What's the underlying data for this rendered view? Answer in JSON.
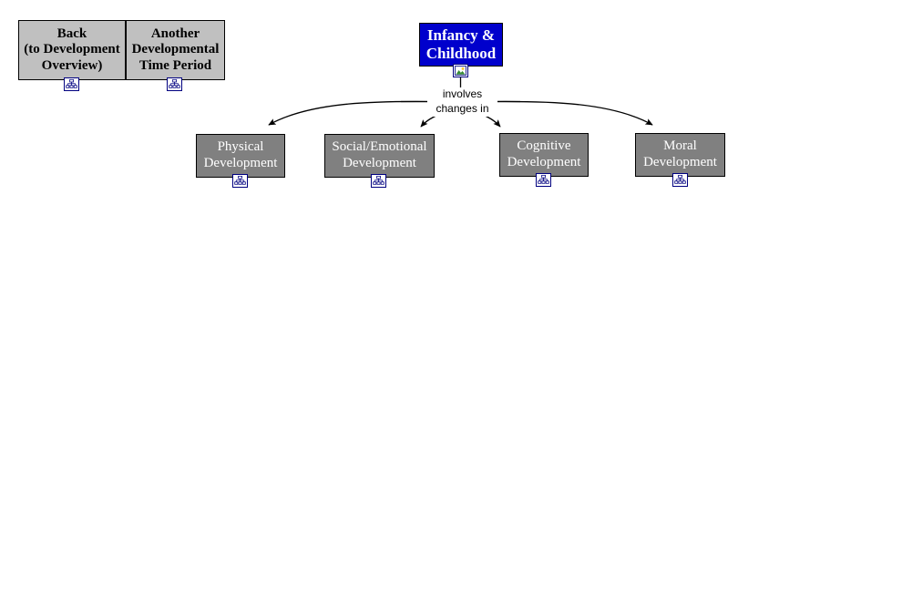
{
  "map": {
    "title": "Infancy & Childhood",
    "background_color": "#ffffff"
  },
  "colors": {
    "root_fill": "#0000cc",
    "root_text": "#ffffff",
    "concept_fill": "#808080",
    "concept_text": "#ffffff",
    "nav_fill": "#c0c0c0",
    "nav_text": "#000000",
    "border": "#000000",
    "connector": "#000000",
    "icon_border": "#000080"
  },
  "nav_nodes": [
    {
      "id": "back-to-development-overview",
      "label": "Back\n(to Development\nOverview)",
      "icon": "concept-map-icon"
    },
    {
      "id": "another-developmental-time-period",
      "label": "Another\nDevelopmental\nTime Period",
      "icon": "concept-map-icon"
    }
  ],
  "root_node": {
    "id": "infancy-and-childhood",
    "label": "Infancy &\nChildhood",
    "icon": "picture-icon"
  },
  "linking_phrase": {
    "text": "involves\nchanges in"
  },
  "concept_nodes": [
    {
      "id": "physical-development",
      "label": "Physical\nDevelopment",
      "icon": "concept-map-icon"
    },
    {
      "id": "social-emotional-development",
      "label": "Social/Emotional\nDevelopment",
      "icon": "concept-map-icon"
    },
    {
      "id": "cognitive-development",
      "label": "Cognitive\nDevelopment",
      "icon": "concept-map-icon"
    },
    {
      "id": "moral-development",
      "label": "Moral\nDevelopment",
      "icon": "concept-map-icon"
    }
  ]
}
